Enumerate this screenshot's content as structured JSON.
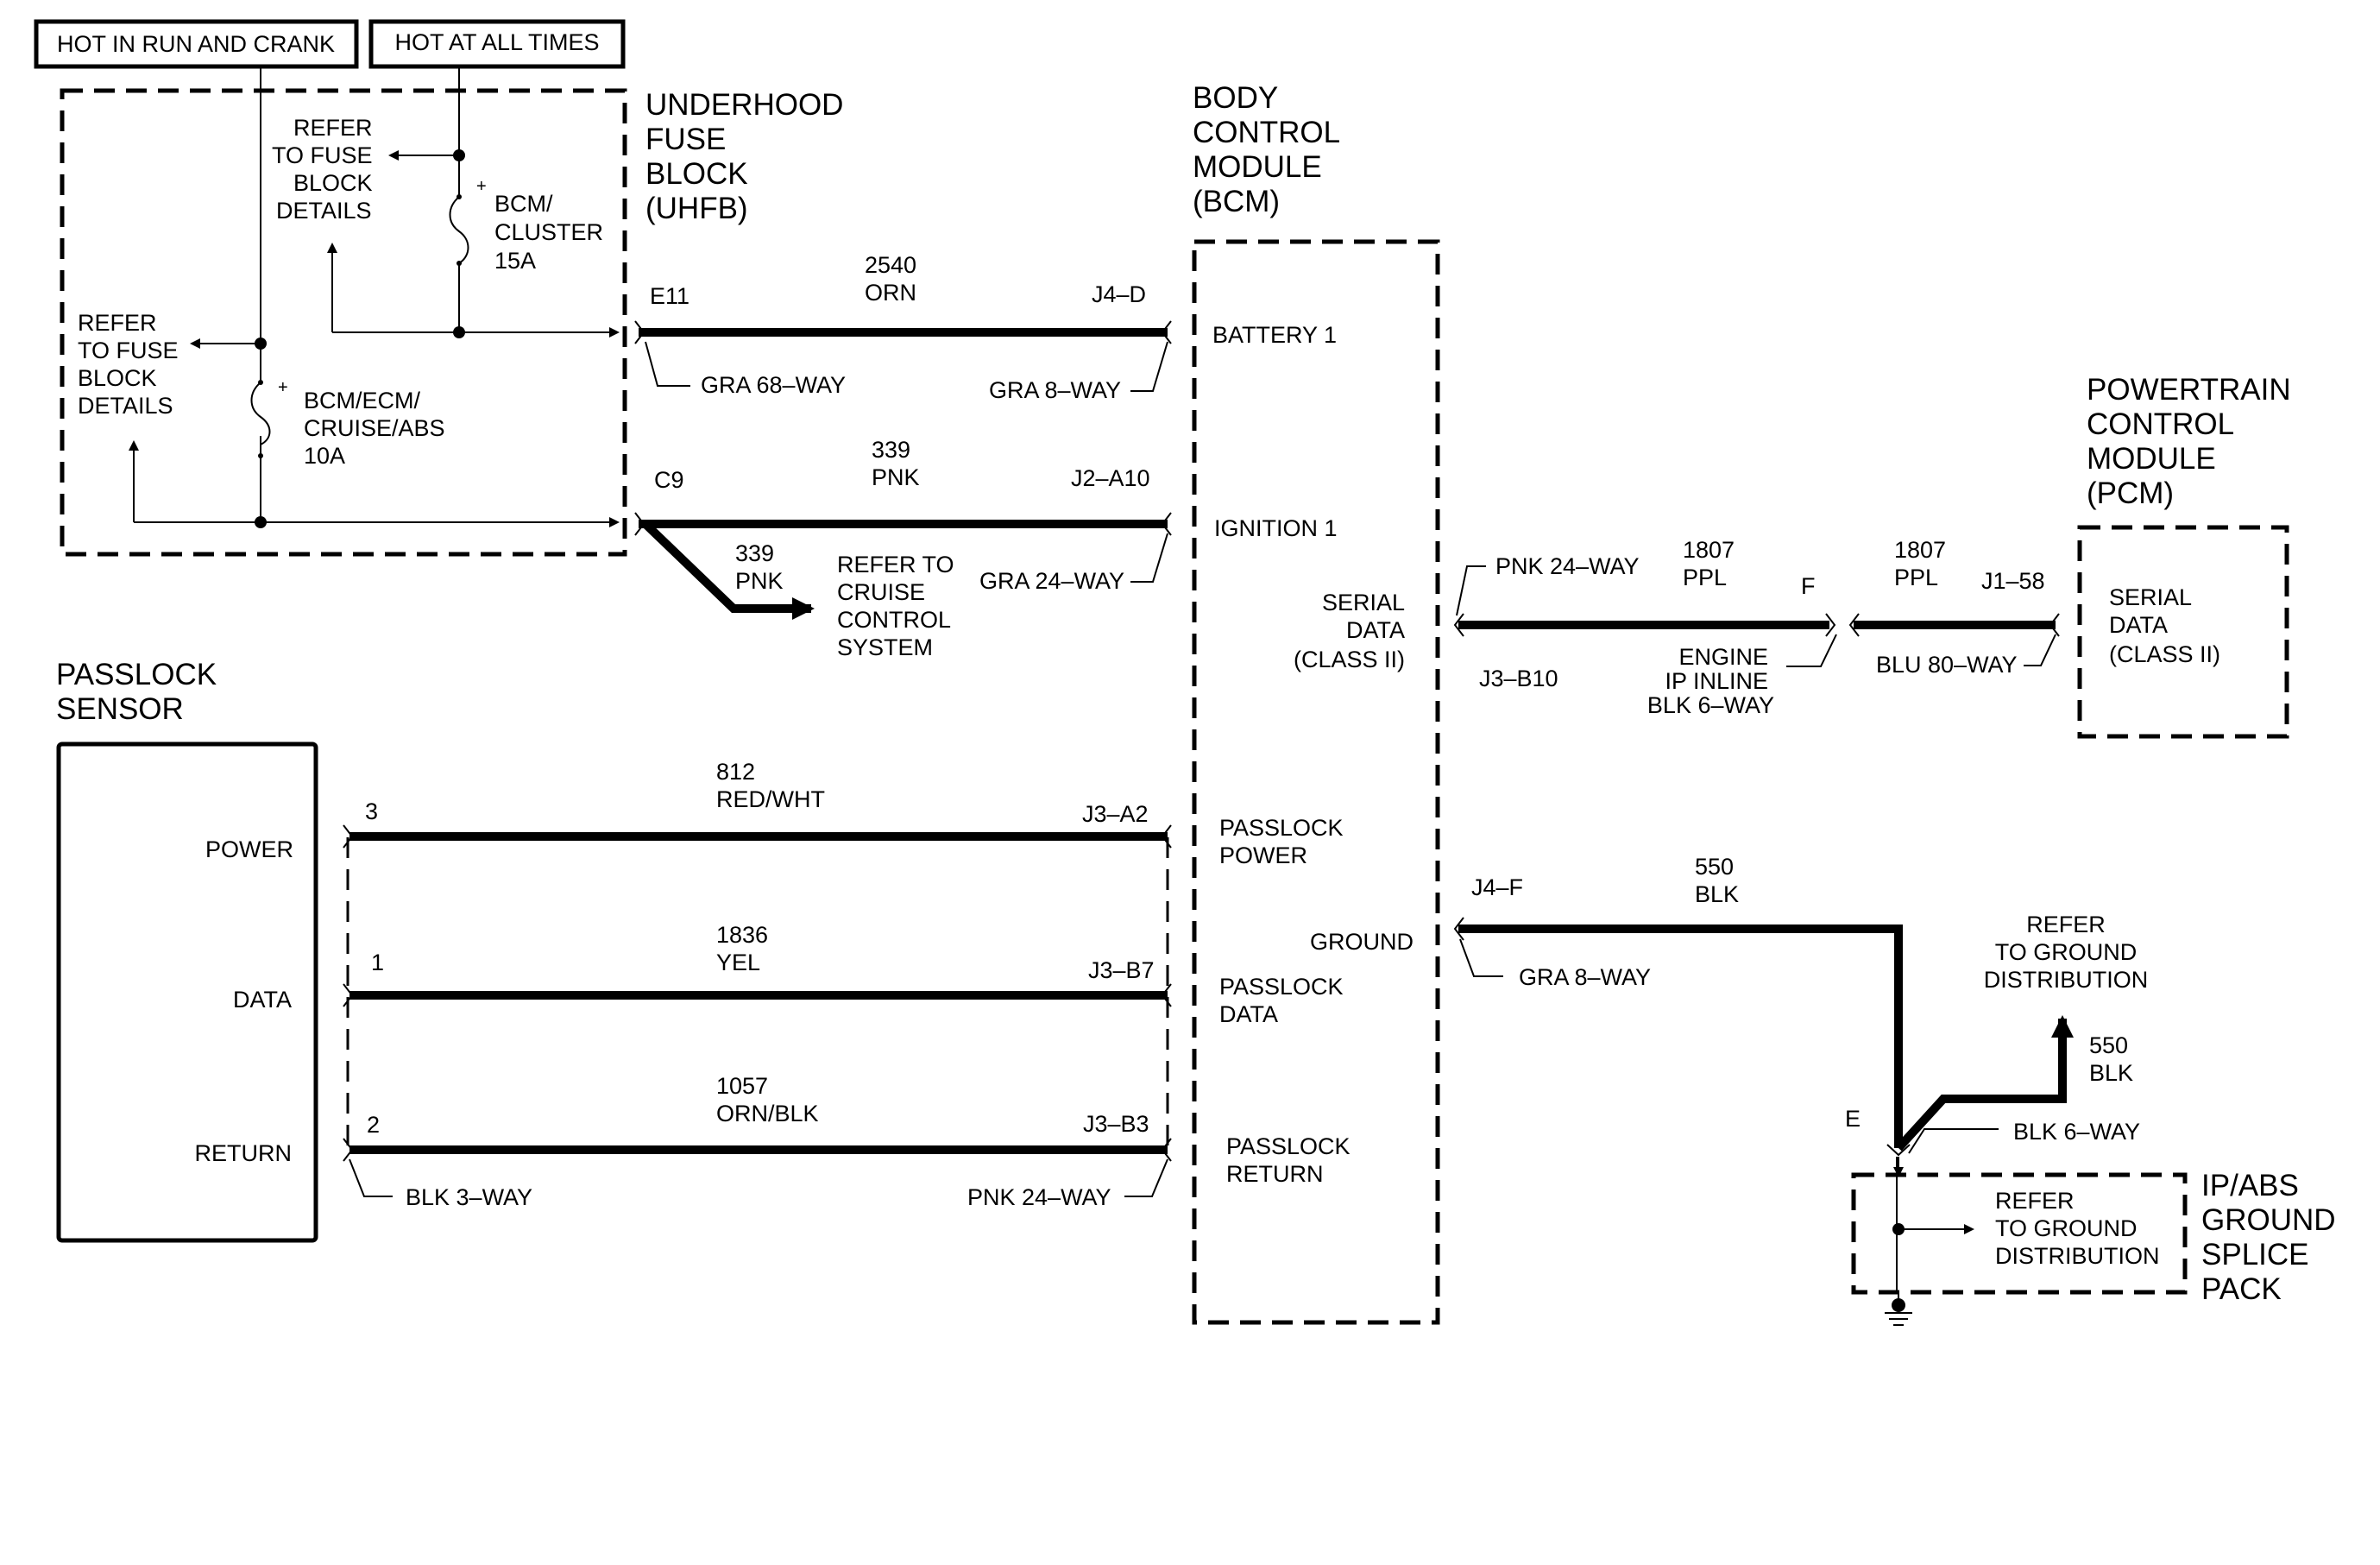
{
  "header": {
    "hot_run_crank": "HOT IN RUN AND CRANK",
    "hot_all_times": "HOT AT ALL TIMES"
  },
  "uhfb": {
    "title": [
      "UNDERHOOD",
      "FUSE",
      "BLOCK",
      "(UHFB)"
    ],
    "refer_top": [
      "REFER",
      "TO FUSE",
      "BLOCK",
      "DETAILS"
    ],
    "refer_left": [
      "REFER",
      "TO FUSE",
      "BLOCK",
      "DETAILS"
    ],
    "fuse_cluster": [
      "BCM/",
      "CLUSTER",
      "15A"
    ],
    "fuse_ecm": [
      "BCM/ECM/",
      "CRUISE/ABS",
      "10A"
    ],
    "plus": "+"
  },
  "bcm": {
    "title": [
      "BODY",
      "CONTROL",
      "MODULE",
      "(BCM)"
    ],
    "battery": "BATTERY 1",
    "ignition": "IGNITION 1",
    "serial": [
      "SERIAL",
      "DATA",
      "(CLASS II)"
    ],
    "passlock_power": [
      "PASSLOCK",
      "POWER"
    ],
    "ground": "GROUND",
    "passlock_data": [
      "PASSLOCK",
      "DATA"
    ],
    "passlock_return": [
      "PASSLOCK",
      "RETURN"
    ]
  },
  "wires": {
    "battery": {
      "pin_left": "E11",
      "num": "2540",
      "color": "ORN",
      "pin_right": "J4–D",
      "conn_left": "GRA 68–WAY",
      "conn_right": "GRA 8–WAY"
    },
    "ignition": {
      "pin_left": "C9",
      "num": "339",
      "color": "PNK",
      "pin_right": "J2–A10",
      "branch_num": "339",
      "branch_color": "PNK",
      "branch_ref": [
        "REFER TO",
        "CRUISE",
        "CONTROL",
        "SYSTEM"
      ],
      "conn_right": "GRA 24–WAY"
    },
    "serial": {
      "conn_top": "PNK 24–WAY",
      "num": "1807",
      "color": "PPL",
      "pin_left": "J3–B10",
      "pin_inline": "F",
      "inline_conn": [
        "ENGINE",
        "IP INLINE",
        "BLK 6–WAY"
      ],
      "num2": "1807",
      "color2": "PPL",
      "pin_right": "J1–58",
      "conn_right": "BLU 80–WAY"
    },
    "power": {
      "pin_left": "3",
      "num": "812",
      "color": "RED/WHT",
      "pin_right": "J3–A2"
    },
    "data": {
      "pin_left": "1",
      "num": "1836",
      "color": "YEL",
      "pin_right": "J3–B7"
    },
    "return": {
      "pin_left": "2",
      "num": "1057",
      "color": "ORN/BLK",
      "pin_right": "J3–B3",
      "conn_left": "BLK 3–WAY",
      "conn_right": "PNK 24–WAY"
    },
    "ground": {
      "pin_left": "J4–F",
      "num": "550",
      "color": "BLK",
      "conn": "GRA 8–WAY",
      "num2": "550",
      "color2": "BLK",
      "pin_e": "E",
      "conn_e": "BLK 6–WAY"
    }
  },
  "pcm": {
    "title": [
      "POWERTRAIN",
      "CONTROL",
      "MODULE",
      "(PCM)"
    ],
    "serial": [
      "SERIAL",
      "DATA",
      "(CLASS II)"
    ]
  },
  "passlock": {
    "title": [
      "PASSLOCK",
      "SENSOR"
    ],
    "power": "POWER",
    "data": "DATA",
    "return": "RETURN"
  },
  "ground": {
    "refer_top": [
      "REFER",
      "TO GROUND",
      "DISTRIBUTION"
    ],
    "refer_box": [
      "REFER",
      "TO GROUND",
      "DISTRIBUTION"
    ],
    "splice": [
      "IP/ABS",
      "GROUND",
      "SPLICE",
      "PACK"
    ]
  }
}
